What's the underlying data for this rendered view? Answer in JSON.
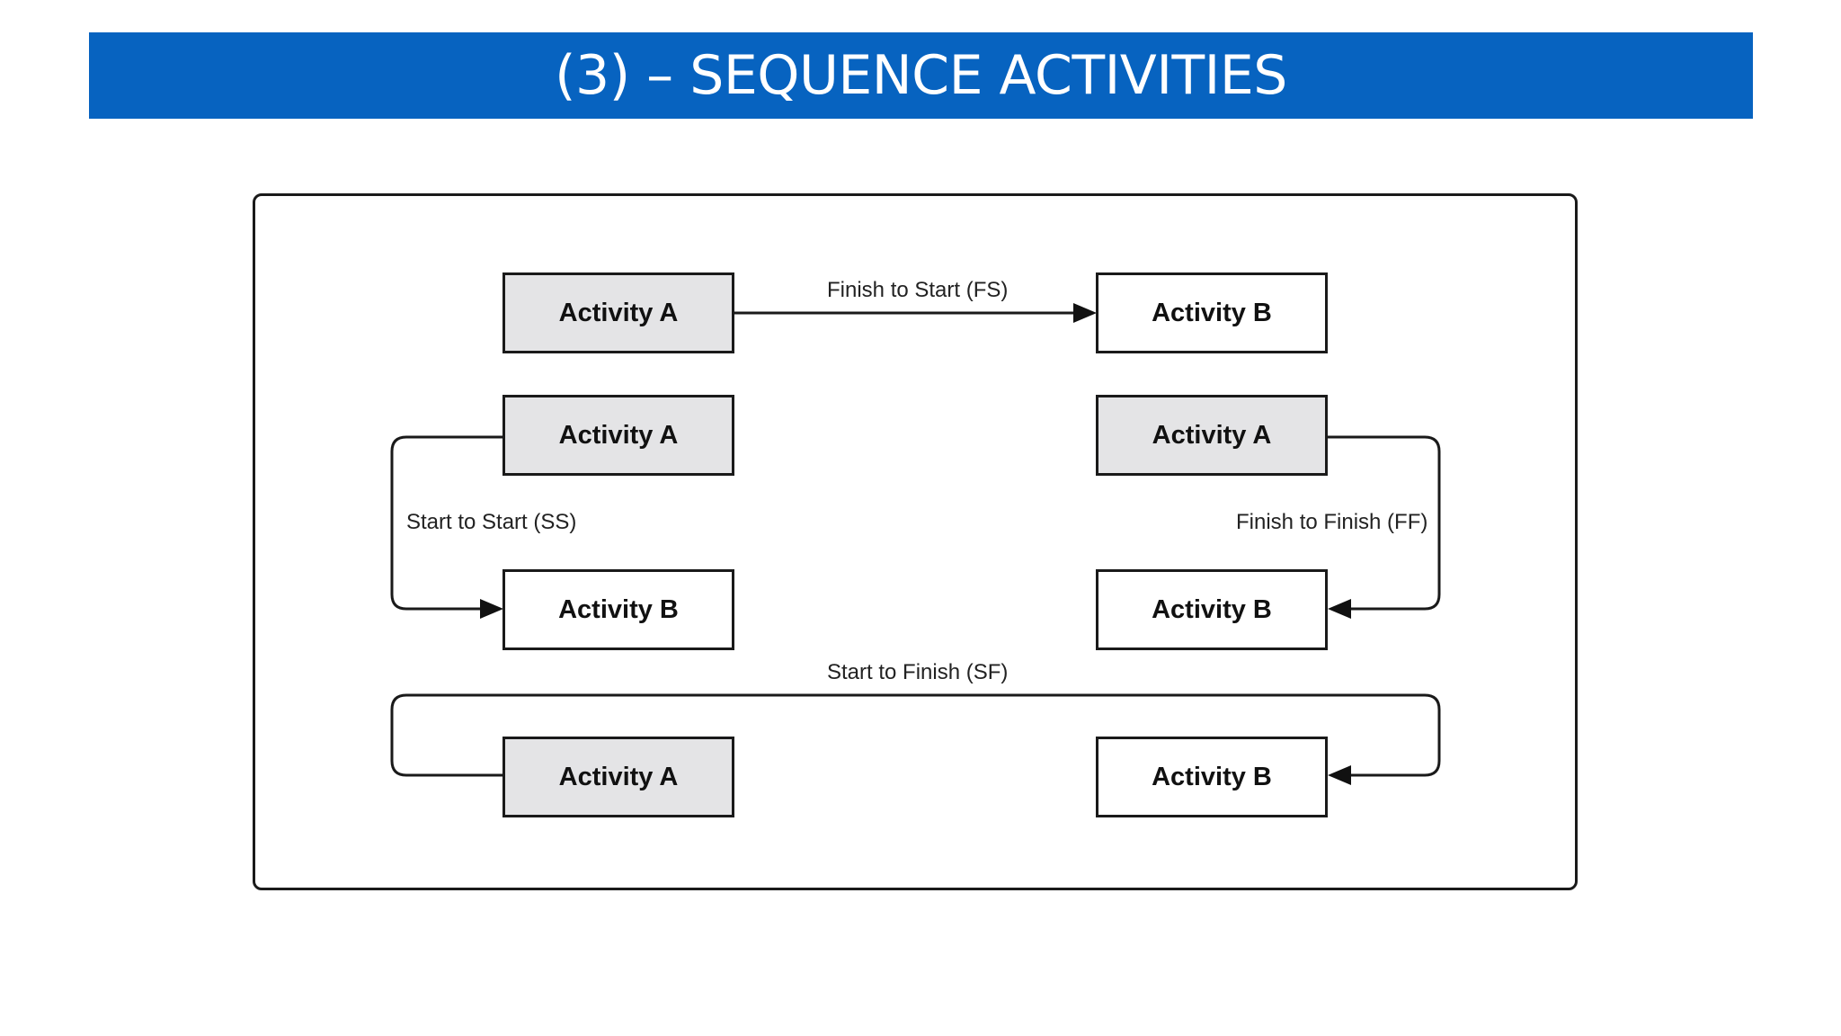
{
  "slide": {
    "title": "(3) – SEQUENCE ACTIVITIES",
    "title_bar_color": "#0763c0"
  },
  "diagram": {
    "activity_a": "Activity A",
    "activity_b": "Activity B",
    "relationships": {
      "fs": "Finish to Start (FS)",
      "ss": "Start to Start (SS)",
      "ff": "Finish to Finish (FF)",
      "sf": "Start to Finish (SF)"
    },
    "predecessor_fill": "#e4e4e6",
    "successor_fill": "#ffffff"
  }
}
